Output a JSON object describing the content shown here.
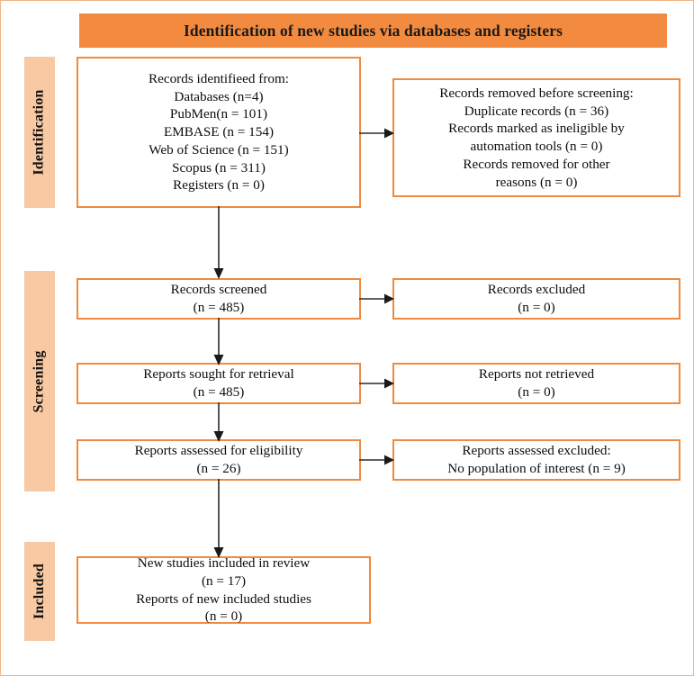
{
  "header": {
    "title": "Identification of new studies via databases and registers",
    "background_color": "#f28b3f"
  },
  "colors": {
    "banner": "#f28b3f",
    "box_border": "#f08a3e",
    "stage_label_bg": "#f9c9a3",
    "page_border": "#f0b684",
    "arrow": "#2b2b2b",
    "text": "#0d0d0d"
  },
  "stages": [
    {
      "id": "identification",
      "label": "Identification"
    },
    {
      "id": "screening",
      "label": "Screening"
    },
    {
      "id": "included",
      "label": "Included"
    }
  ],
  "boxes": {
    "records_identified": {
      "text": "Records identifieed from:\nDatabases (n=4)\nPubMen(n = 101)\nEMBASE (n = 154)\nWeb of Science (n = 151)\nScopus (n = 311)\nRegisters (n = 0)"
    },
    "records_removed": {
      "text": "Records removed before screening:\nDuplicate records (n = 36)\nRecords marked as ineligible by\nautomation tools (n = 0)\nRecords removed for other\nreasons (n = 0)"
    },
    "records_screened": {
      "text": "Records screened\n(n =  485)"
    },
    "records_excluded": {
      "text": "Records excluded\n(n =  0)"
    },
    "reports_sought": {
      "text": "Reports sought for retrieval\n(n =  485)"
    },
    "reports_not_retrieved": {
      "text": "Reports not retrieved\n(n =  0)"
    },
    "reports_assessed": {
      "text": "Reports assessed for eligibility\n(n = 26)"
    },
    "reports_excluded": {
      "text": "Reports assessed excluded:\nNo population of interest (n = 9)"
    },
    "new_studies": {
      "text": "New studies included in review\n(n = 17)\nReports of new included studies\n(n = 0)"
    }
  },
  "chart_data": {
    "type": "diagram",
    "diagram_type": "PRISMA 2020 flow diagram",
    "title": "Identification of new studies via databases and registers",
    "stages": [
      "Identification",
      "Screening",
      "Included"
    ],
    "nodes": [
      {
        "id": "records_identified",
        "stage": "Identification",
        "label": "Records identifieed from:",
        "counts": {
          "Databases": 4,
          "PubMen": 101,
          "EMBASE": 154,
          "Web of Science": 151,
          "Scopus": 311,
          "Registers": 0
        }
      },
      {
        "id": "records_removed",
        "stage": "Identification",
        "label": "Records removed before screening:",
        "counts": {
          "Duplicate records": 36,
          "Records marked as ineligible by automation tools": 0,
          "Records removed for other reasons": 0
        }
      },
      {
        "id": "records_screened",
        "stage": "Screening",
        "label": "Records screened",
        "n": 485
      },
      {
        "id": "records_excluded",
        "stage": "Screening",
        "label": "Records excluded",
        "n": 0
      },
      {
        "id": "reports_sought",
        "stage": "Screening",
        "label": "Reports sought for retrieval",
        "n": 485
      },
      {
        "id": "reports_not_retrieved",
        "stage": "Screening",
        "label": "Reports not retrieved",
        "n": 0
      },
      {
        "id": "reports_assessed",
        "stage": "Screening",
        "label": "Reports assessed for eligibility",
        "n": 26
      },
      {
        "id": "reports_excluded",
        "stage": "Screening",
        "label": "Reports assessed excluded: No population of interest",
        "n": 9
      },
      {
        "id": "new_studies",
        "stage": "Included",
        "label": "New studies included in review",
        "n": 17,
        "sub": {
          "Reports of new included studies": 0
        }
      }
    ],
    "edges": [
      {
        "from": "records_identified",
        "to": "records_removed",
        "direction": "right"
      },
      {
        "from": "records_identified",
        "to": "records_screened",
        "direction": "down"
      },
      {
        "from": "records_screened",
        "to": "records_excluded",
        "direction": "right"
      },
      {
        "from": "records_screened",
        "to": "reports_sought",
        "direction": "down"
      },
      {
        "from": "reports_sought",
        "to": "reports_not_retrieved",
        "direction": "right"
      },
      {
        "from": "reports_sought",
        "to": "reports_assessed",
        "direction": "down"
      },
      {
        "from": "reports_assessed",
        "to": "reports_excluded",
        "direction": "right"
      },
      {
        "from": "reports_assessed",
        "to": "new_studies",
        "direction": "down"
      }
    ]
  }
}
